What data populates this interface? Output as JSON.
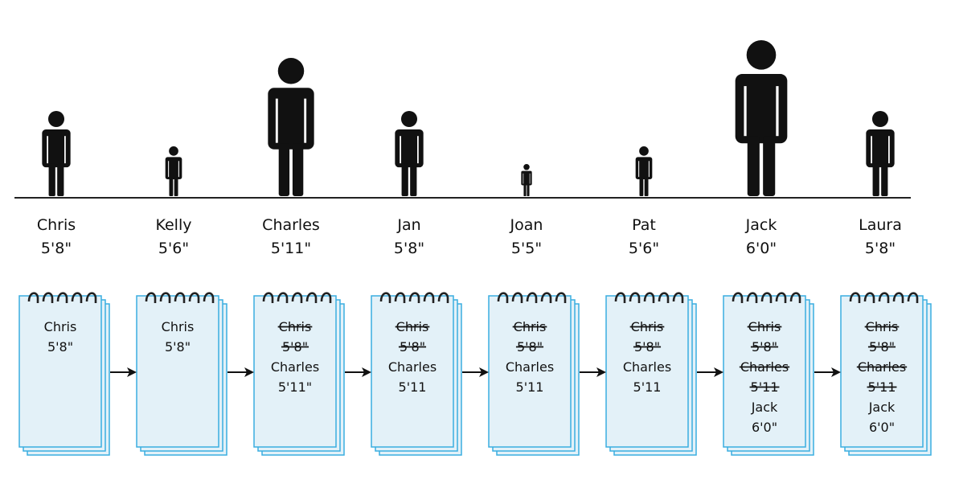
{
  "people": [
    {
      "name": "Chris",
      "height": "5'8\"",
      "inches": 68
    },
    {
      "name": "Kelly",
      "height": "5'6\"",
      "inches": 66
    },
    {
      "name": "Charles",
      "height": "5'11\"",
      "inches": 71
    },
    {
      "name": "Jan",
      "height": "5'8\"",
      "inches": 68
    },
    {
      "name": "Joan",
      "height": "5'5\"",
      "inches": 65
    },
    {
      "name": "Pat",
      "height": "5'6\"",
      "inches": 66
    },
    {
      "name": "Jack",
      "height": "6'0\"",
      "inches": 72
    },
    {
      "name": "Laura",
      "height": "5'8\"",
      "inches": 68
    }
  ],
  "notepads": [
    {
      "lines": [
        {
          "text": "Chris",
          "struck": false
        },
        {
          "text": "5'8\"",
          "struck": false
        }
      ]
    },
    {
      "lines": [
        {
          "text": "Chris",
          "struck": false
        },
        {
          "text": "5'8\"",
          "struck": false
        }
      ]
    },
    {
      "lines": [
        {
          "text": "Chris",
          "struck": true
        },
        {
          "text": "5'8\"",
          "struck": true
        },
        {
          "text": "Charles",
          "struck": false
        },
        {
          "text": "5'11\"",
          "struck": false
        }
      ]
    },
    {
      "lines": [
        {
          "text": "Chris",
          "struck": true
        },
        {
          "text": "5'8\"",
          "struck": true
        },
        {
          "text": "Charles",
          "struck": false
        },
        {
          "text": "5'11",
          "struck": false
        }
      ]
    },
    {
      "lines": [
        {
          "text": "Chris",
          "struck": true
        },
        {
          "text": "5'8\"",
          "struck": true
        },
        {
          "text": "Charles",
          "struck": false
        },
        {
          "text": "5'11",
          "struck": false
        }
      ]
    },
    {
      "lines": [
        {
          "text": "Chris",
          "struck": true
        },
        {
          "text": "5'8\"",
          "struck": true
        },
        {
          "text": "Charles",
          "struck": false
        },
        {
          "text": "5'11",
          "struck": false
        }
      ]
    },
    {
      "lines": [
        {
          "text": "Chris",
          "struck": true
        },
        {
          "text": "5'8\"",
          "struck": true
        },
        {
          "text": "Charles",
          "struck": true
        },
        {
          "text": "5'11",
          "struck": true
        },
        {
          "text": "Jack",
          "struck": false
        },
        {
          "text": "6'0\"",
          "struck": false
        }
      ]
    },
    {
      "lines": [
        {
          "text": "Chris",
          "struck": true
        },
        {
          "text": "5'8\"",
          "struck": true
        },
        {
          "text": "Charles",
          "struck": true
        },
        {
          "text": "5'11",
          "struck": true
        },
        {
          "text": "Jack",
          "struck": false
        },
        {
          "text": "6'0\"",
          "struck": false
        }
      ]
    }
  ],
  "colors": {
    "figure": "#111111",
    "notepad_fill": "#e3f1f8",
    "notepad_border": "#3aaee0",
    "ring": "#222222",
    "arrow": "#111111",
    "ground": "#222222",
    "text": "#111111"
  },
  "icons": {
    "person": "person-icon",
    "spiral": "spiral-ring-icon",
    "arrow": "arrow-right-icon"
  }
}
